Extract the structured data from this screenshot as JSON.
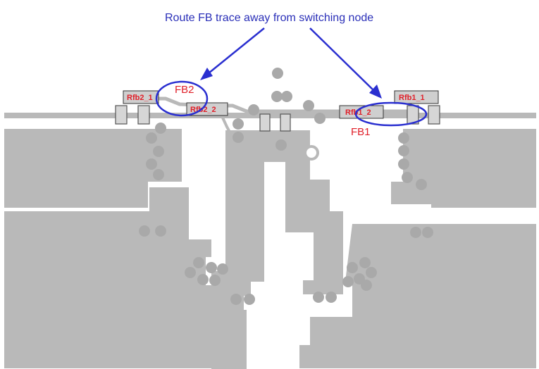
{
  "annotation": {
    "title": "Route FB trace away from switching node",
    "fb_labels": {
      "fb2": "FB2",
      "fb1": "FB1"
    },
    "color": "#2a2fd0"
  },
  "components": {
    "rfb2_1": "Rfb2_1",
    "rfb2_2": "Rfb2_2",
    "rfb1_1": "Rfb1_1",
    "rfb1_2": "Rfb1_2"
  },
  "colors": {
    "copper": "#b9b9b9",
    "label_red": "#e0202a",
    "background": "#ffffff"
  }
}
